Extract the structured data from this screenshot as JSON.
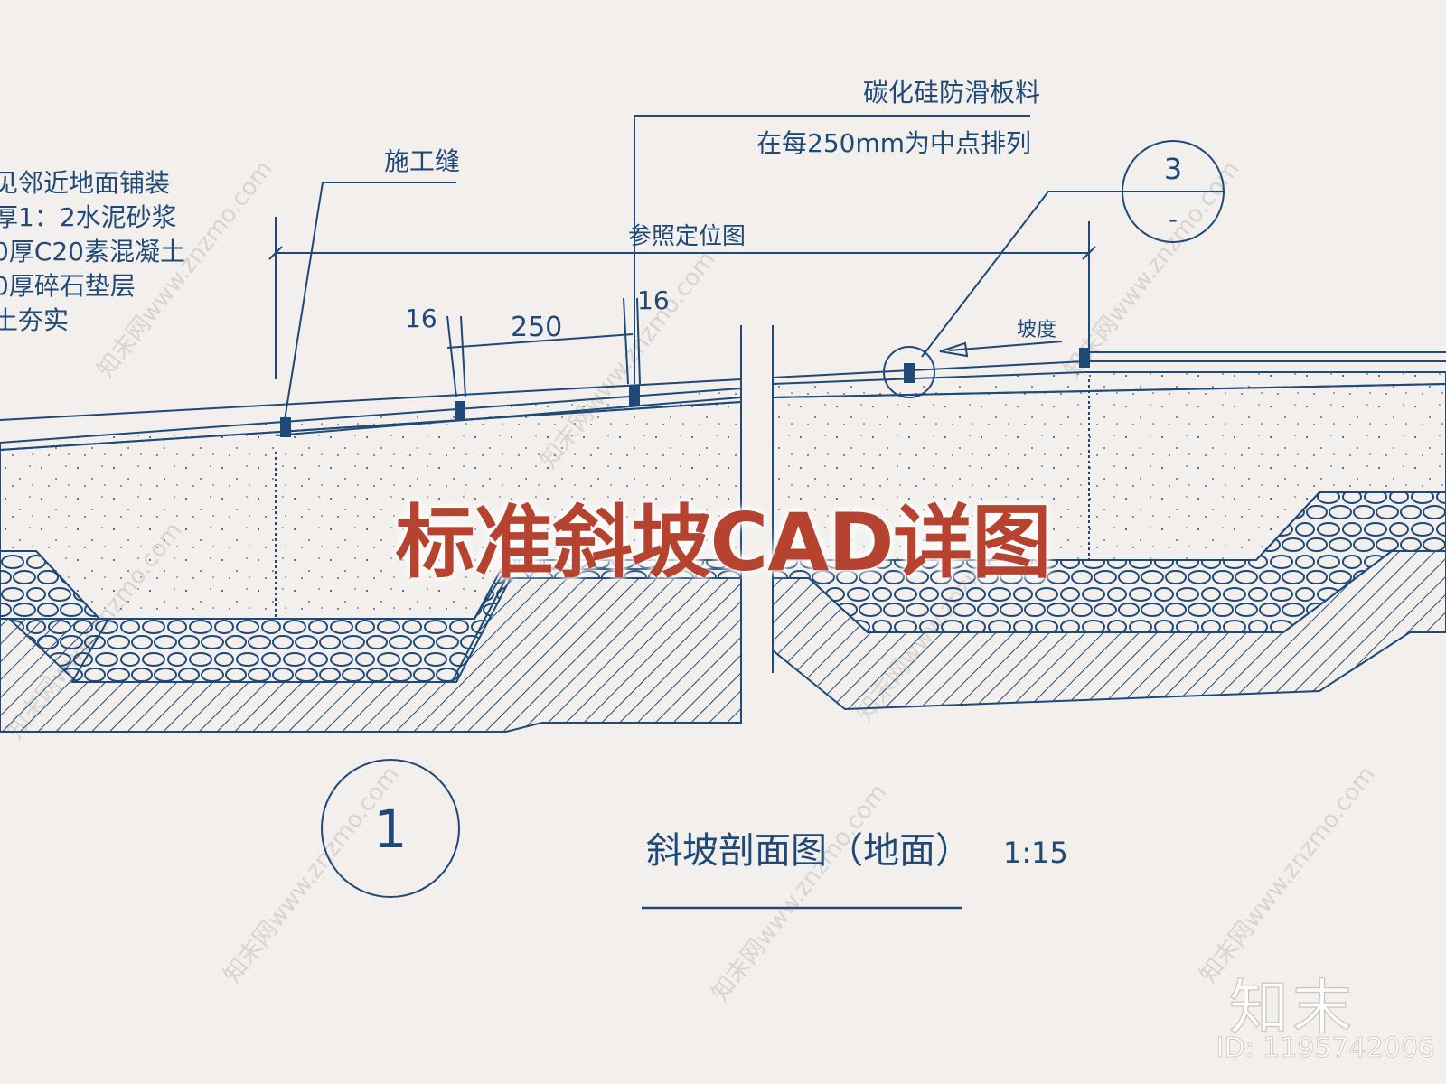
{
  "banner_title": "标准斜坡CAD详图",
  "left_notes": [
    "见邻近地面铺装",
    "厚1：2水泥砂浆",
    "0厚C20素混凝土",
    "0厚碎石垫层",
    "土夯实"
  ],
  "labels": {
    "construction_joint": "施工缝",
    "material": "碳化硅防滑板料",
    "spacing_note": "在每250mm为中点排列",
    "reference": "参照定位图",
    "slope": "坡度"
  },
  "dimensions": {
    "left_gap": "16",
    "spacing": "250",
    "right_gap": "16"
  },
  "callouts": {
    "detail_num": "3",
    "detail_sheet": "-",
    "section_num": "1"
  },
  "section_title": "斜坡剖面图（地面）",
  "scale": "1:15",
  "watermark": "知末网www.znzmo.com",
  "brand": "知末",
  "image_id": "ID: 1195742006",
  "colors": {
    "line": "#1f4a78",
    "banner": "#b5432f",
    "background": "#f2efec"
  }
}
